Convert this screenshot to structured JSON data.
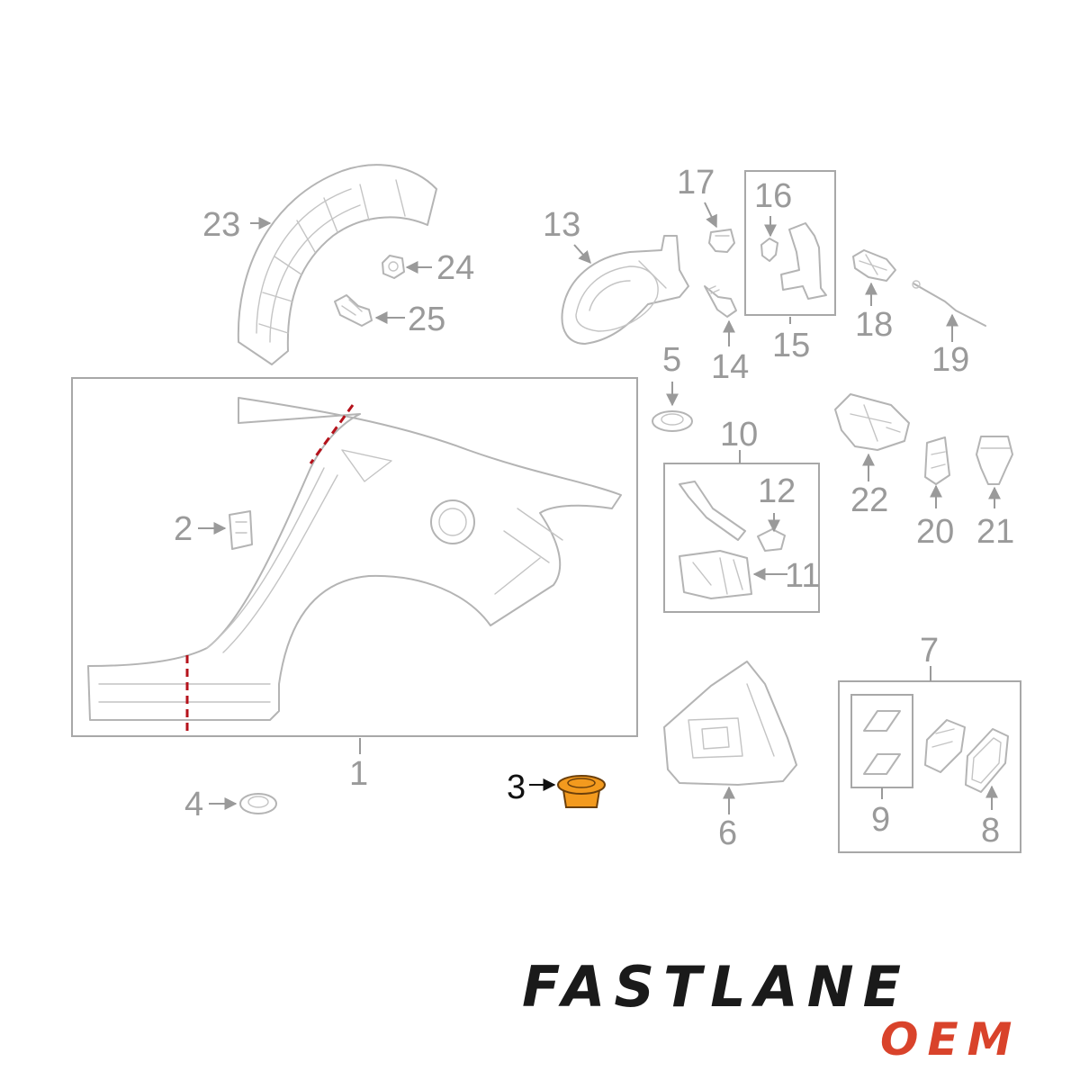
{
  "diagram": {
    "highlight_color": "#f39a1e",
    "cut_line_color": "#b5121b",
    "callouts": {
      "c1": "1",
      "c2": "2",
      "c3": "3",
      "c4": "4",
      "c5": "5",
      "c6": "6",
      "c7": "7",
      "c8": "8",
      "c9": "9",
      "c10": "10",
      "c11": "11",
      "c12": "12",
      "c13": "13",
      "c14": "14",
      "c15": "15",
      "c16": "16",
      "c17": "17",
      "c18": "18",
      "c19": "19",
      "c20": "20",
      "c21": "21",
      "c22": "22",
      "c23": "23",
      "c24": "24",
      "c25": "25"
    },
    "highlighted_callout": "3"
  },
  "brand": {
    "name": "FASTLANE",
    "sub": "OEM",
    "name_color": "#1a1a1a",
    "sub_color": "#d9432b"
  }
}
